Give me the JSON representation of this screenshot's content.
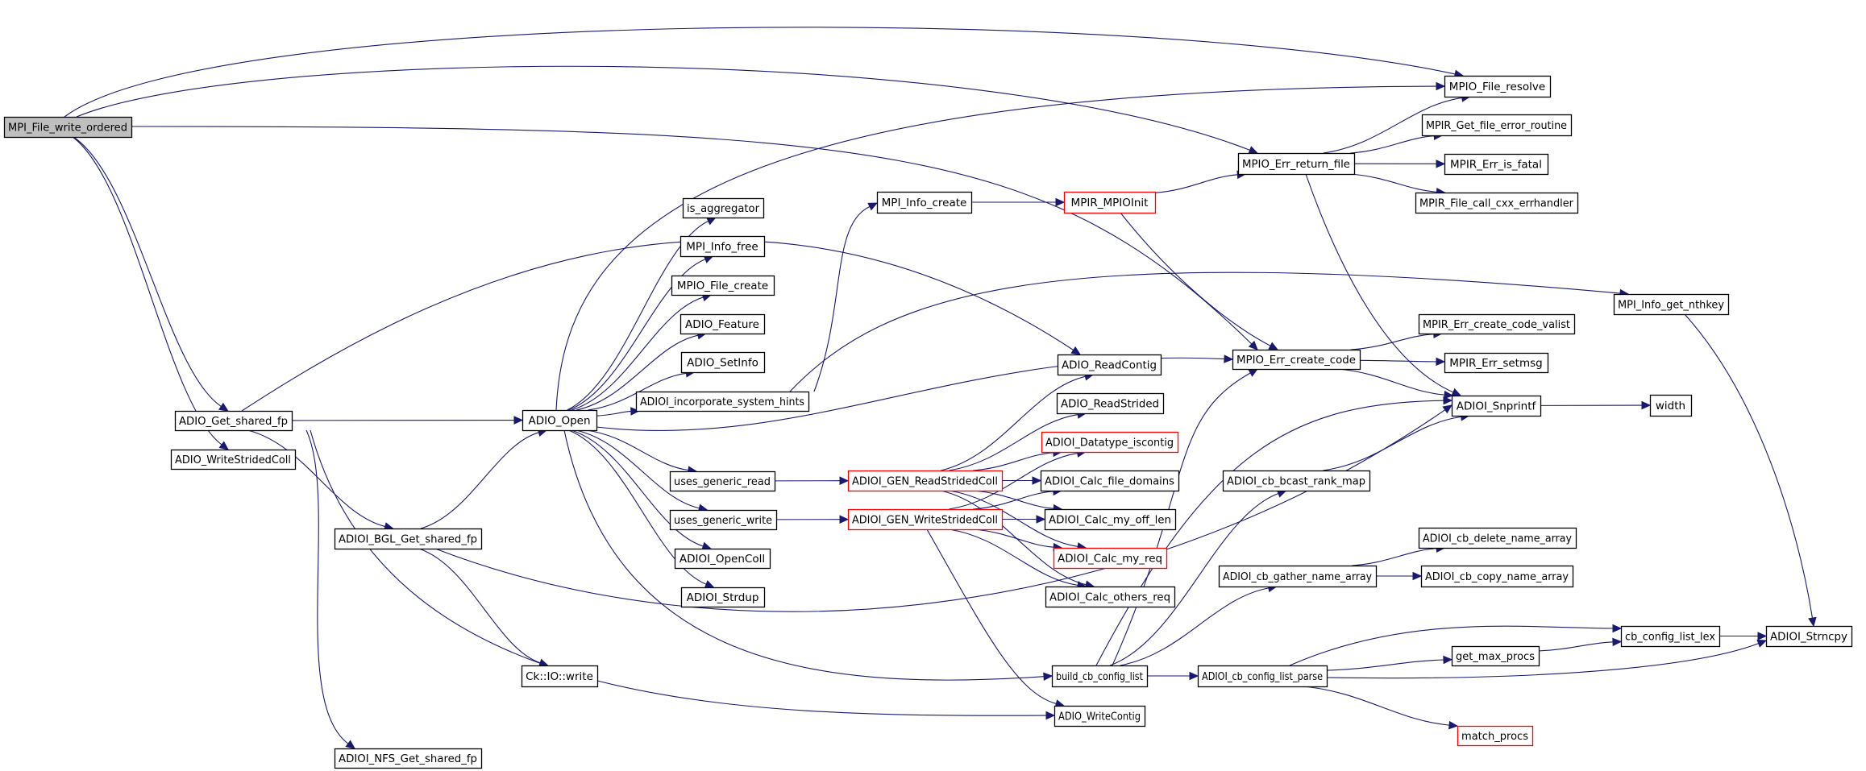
{
  "diagram": {
    "type": "call-graph",
    "root": "MPI_File_write_ordered",
    "colors": {
      "edge": "#191970",
      "root_fill": "#bfbfbf",
      "node_border": "#000000",
      "truncated_node_border": "#ff0000"
    },
    "nodes": [
      {
        "id": "MPI_File_write_ordered",
        "label": "MPI_File_write_ordered",
        "kind": "root"
      },
      {
        "id": "ADIO_Get_shared_fp",
        "label": "ADIO_Get_shared_fp",
        "kind": "normal"
      },
      {
        "id": "ADIO_WriteStridedColl",
        "label": "ADIO_WriteStridedColl",
        "kind": "normal"
      },
      {
        "id": "ADIOI_BGL_Get_shared_fp",
        "label": "ADIOI_BGL_Get_shared_fp",
        "kind": "normal"
      },
      {
        "id": "ADIOI_NFS_Get_shared_fp",
        "label": "ADIOI_NFS_Get_shared_fp",
        "kind": "normal"
      },
      {
        "id": "ADIO_Open",
        "label": "ADIO_Open",
        "kind": "normal"
      },
      {
        "id": "Ck_IO_write",
        "label": "Ck::IO::write",
        "kind": "normal"
      },
      {
        "id": "is_aggregator",
        "label": "is_aggregator",
        "kind": "normal"
      },
      {
        "id": "MPI_Info_free",
        "label": "MPI_Info_free",
        "kind": "normal"
      },
      {
        "id": "MPIO_File_create",
        "label": "MPIO_File_create",
        "kind": "normal"
      },
      {
        "id": "ADIO_Feature",
        "label": "ADIO_Feature",
        "kind": "normal"
      },
      {
        "id": "ADIO_SetInfo",
        "label": "ADIO_SetInfo",
        "kind": "normal"
      },
      {
        "id": "ADIOI_incorporate_system_hints",
        "label": "ADIOI_incorporate_system_hints",
        "kind": "normal"
      },
      {
        "id": "uses_generic_read",
        "label": "uses_generic_read",
        "kind": "normal"
      },
      {
        "id": "uses_generic_write",
        "label": "uses_generic_write",
        "kind": "normal"
      },
      {
        "id": "ADIOI_OpenColl",
        "label": "ADIOI_OpenColl",
        "kind": "normal"
      },
      {
        "id": "ADIOI_Strdup",
        "label": "ADIOI_Strdup",
        "kind": "normal"
      },
      {
        "id": "MPI_Info_create",
        "label": "MPI_Info_create",
        "kind": "normal"
      },
      {
        "id": "MPIR_MPIOInit",
        "label": "MPIR_MPIOInit",
        "kind": "truncated"
      },
      {
        "id": "ADIO_ReadContig",
        "label": "ADIO_ReadContig",
        "kind": "normal"
      },
      {
        "id": "ADIO_ReadStrided",
        "label": "ADIO_ReadStrided",
        "kind": "normal"
      },
      {
        "id": "ADIOI_GEN_ReadStridedColl",
        "label": "ADIOI_GEN_ReadStridedColl",
        "kind": "truncated"
      },
      {
        "id": "ADIOI_GEN_WriteStridedColl",
        "label": "ADIOI_GEN_WriteStridedColl",
        "kind": "truncated"
      },
      {
        "id": "ADIOI_Datatype_iscontig",
        "label": "ADIOI_Datatype_iscontig",
        "kind": "truncated"
      },
      {
        "id": "ADIOI_Calc_file_domains",
        "label": "ADIOI_Calc_file_domains",
        "kind": "normal"
      },
      {
        "id": "ADIOI_Calc_my_off_len",
        "label": "ADIOI_Calc_my_off_len",
        "kind": "normal"
      },
      {
        "id": "ADIOI_Calc_my_req",
        "label": "ADIOI_Calc_my_req",
        "kind": "truncated"
      },
      {
        "id": "ADIOI_Calc_others_req",
        "label": "ADIOI_Calc_others_req",
        "kind": "normal"
      },
      {
        "id": "build_cb_config_list",
        "label": "build_cb_config_list",
        "kind": "normal"
      },
      {
        "id": "ADIO_WriteContig",
        "label": "ADIO_WriteContig",
        "kind": "normal"
      },
      {
        "id": "MPIO_Err_return_file",
        "label": "MPIO_Err_return_file",
        "kind": "normal"
      },
      {
        "id": "MPIO_Err_create_code",
        "label": "MPIO_Err_create_code",
        "kind": "normal"
      },
      {
        "id": "ADIOI_cb_bcast_rank_map",
        "label": "ADIOI_cb_bcast_rank_map",
        "kind": "normal"
      },
      {
        "id": "ADIOI_cb_gather_name_array",
        "label": "ADIOI_cb_gather_name_array",
        "kind": "normal"
      },
      {
        "id": "ADIOI_cb_config_list_parse",
        "label": "ADIOI_cb_config_list_parse",
        "kind": "normal"
      },
      {
        "id": "MPIO_File_resolve",
        "label": "MPIO_File_resolve",
        "kind": "normal"
      },
      {
        "id": "MPIR_Get_file_error_routine",
        "label": "MPIR_Get_file_error_routine",
        "kind": "normal"
      },
      {
        "id": "MPIR_Err_is_fatal",
        "label": "MPIR_Err_is_fatal",
        "kind": "normal"
      },
      {
        "id": "MPIR_File_call_cxx_errhandler",
        "label": "MPIR_File_call_cxx_errhandler",
        "kind": "normal"
      },
      {
        "id": "MPIR_Err_create_code_valist",
        "label": "MPIR_Err_create_code_valist",
        "kind": "normal"
      },
      {
        "id": "MPIR_Err_setmsg",
        "label": "MPIR_Err_setmsg",
        "kind": "normal"
      },
      {
        "id": "ADIOI_Snprintf",
        "label": "ADIOI_Snprintf",
        "kind": "normal"
      },
      {
        "id": "ADIOI_cb_delete_name_array",
        "label": "ADIOI_cb_delete_name_array",
        "kind": "normal"
      },
      {
        "id": "ADIOI_cb_copy_name_array",
        "label": "ADIOI_cb_copy_name_array",
        "kind": "normal"
      },
      {
        "id": "get_max_procs",
        "label": "get_max_procs",
        "kind": "normal"
      },
      {
        "id": "match_procs",
        "label": "match_procs",
        "kind": "truncated"
      },
      {
        "id": "MPI_Info_get_nthkey",
        "label": "MPI_Info_get_nthkey",
        "kind": "normal"
      },
      {
        "id": "width",
        "label": "width",
        "kind": "normal"
      },
      {
        "id": "cb_config_list_lex",
        "label": "cb_config_list_lex",
        "kind": "normal"
      },
      {
        "id": "ADIOI_Strncpy",
        "label": "ADIOI_Strncpy",
        "kind": "normal"
      }
    ],
    "edges": [
      {
        "from": "MPI_File_write_ordered",
        "to": "MPIO_File_resolve"
      },
      {
        "from": "MPI_File_write_ordered",
        "to": "MPIO_Err_return_file"
      },
      {
        "from": "MPI_File_write_ordered",
        "to": "MPIO_Err_create_code"
      },
      {
        "from": "MPI_File_write_ordered",
        "to": "ADIO_Get_shared_fp"
      },
      {
        "from": "MPI_File_write_ordered",
        "to": "ADIO_WriteStridedColl"
      },
      {
        "from": "ADIO_Get_shared_fp",
        "to": "ADIO_Open"
      },
      {
        "from": "ADIO_Get_shared_fp",
        "to": "ADIOI_BGL_Get_shared_fp"
      },
      {
        "from": "ADIO_Get_shared_fp",
        "to": "ADIOI_NFS_Get_shared_fp"
      },
      {
        "from": "ADIO_Get_shared_fp",
        "to": "ADIO_ReadContig"
      },
      {
        "from": "ADIO_Get_shared_fp",
        "to": "ADIO_WriteContig"
      },
      {
        "from": "ADIOI_BGL_Get_shared_fp",
        "to": "ADIO_Open"
      },
      {
        "from": "ADIOI_BGL_Get_shared_fp",
        "to": "Ck_IO_write"
      },
      {
        "from": "ADIOI_BGL_Get_shared_fp",
        "to": "ADIOI_Snprintf"
      },
      {
        "from": "ADIO_Open",
        "to": "MPIO_File_resolve"
      },
      {
        "from": "ADIO_Open",
        "to": "is_aggregator"
      },
      {
        "from": "ADIO_Open",
        "to": "MPI_Info_free"
      },
      {
        "from": "ADIO_Open",
        "to": "MPIO_File_create"
      },
      {
        "from": "ADIO_Open",
        "to": "ADIO_Feature"
      },
      {
        "from": "ADIO_Open",
        "to": "ADIO_SetInfo"
      },
      {
        "from": "ADIO_Open",
        "to": "ADIOI_incorporate_system_hints"
      },
      {
        "from": "ADIO_Open",
        "to": "MPIO_Err_create_code"
      },
      {
        "from": "ADIO_Open",
        "to": "uses_generic_read"
      },
      {
        "from": "ADIO_Open",
        "to": "uses_generic_write"
      },
      {
        "from": "ADIO_Open",
        "to": "ADIOI_OpenColl"
      },
      {
        "from": "ADIO_Open",
        "to": "ADIOI_Strdup"
      },
      {
        "from": "ADIO_Open",
        "to": "build_cb_config_list"
      },
      {
        "from": "ADIOI_incorporate_system_hints",
        "to": "MPI_Info_create"
      },
      {
        "from": "ADIOI_incorporate_system_hints",
        "to": "MPI_Info_get_nthkey"
      },
      {
        "from": "MPI_Info_create",
        "to": "MPIR_MPIOInit"
      },
      {
        "from": "MPIR_MPIOInit",
        "to": "MPIO_Err_return_file"
      },
      {
        "from": "MPIR_MPIOInit",
        "to": "MPIO_Err_create_code"
      },
      {
        "from": "uses_generic_read",
        "to": "ADIOI_GEN_ReadStridedColl"
      },
      {
        "from": "uses_generic_write",
        "to": "ADIOI_GEN_WriteStridedColl"
      },
      {
        "from": "ADIOI_GEN_ReadStridedColl",
        "to": "ADIO_ReadContig"
      },
      {
        "from": "ADIOI_GEN_ReadStridedColl",
        "to": "ADIO_ReadStrided"
      },
      {
        "from": "ADIOI_GEN_ReadStridedColl",
        "to": "ADIOI_Datatype_iscontig"
      },
      {
        "from": "ADIOI_GEN_ReadStridedColl",
        "to": "ADIOI_Calc_file_domains"
      },
      {
        "from": "ADIOI_GEN_ReadStridedColl",
        "to": "ADIOI_Calc_my_off_len"
      },
      {
        "from": "ADIOI_GEN_ReadStridedColl",
        "to": "ADIOI_Calc_my_req"
      },
      {
        "from": "ADIOI_GEN_ReadStridedColl",
        "to": "ADIOI_Calc_others_req"
      },
      {
        "from": "ADIOI_GEN_WriteStridedColl",
        "to": "ADIOI_Datatype_iscontig"
      },
      {
        "from": "ADIOI_GEN_WriteStridedColl",
        "to": "ADIOI_Calc_file_domains"
      },
      {
        "from": "ADIOI_GEN_WriteStridedColl",
        "to": "ADIOI_Calc_my_off_len"
      },
      {
        "from": "ADIOI_GEN_WriteStridedColl",
        "to": "ADIOI_Calc_my_req"
      },
      {
        "from": "ADIOI_GEN_WriteStridedColl",
        "to": "ADIOI_Calc_others_req"
      },
      {
        "from": "ADIOI_GEN_WriteStridedColl",
        "to": "ADIO_WriteContig"
      },
      {
        "from": "build_cb_config_list",
        "to": "MPIO_Err_create_code"
      },
      {
        "from": "build_cb_config_list",
        "to": "ADIOI_Snprintf"
      },
      {
        "from": "build_cb_config_list",
        "to": "ADIOI_cb_bcast_rank_map"
      },
      {
        "from": "build_cb_config_list",
        "to": "ADIOI_cb_gather_name_array"
      },
      {
        "from": "build_cb_config_list",
        "to": "ADIOI_cb_config_list_parse"
      },
      {
        "from": "ADIOI_cb_bcast_rank_map",
        "to": "ADIOI_Snprintf"
      },
      {
        "from": "ADIOI_cb_gather_name_array",
        "to": "ADIOI_cb_delete_name_array"
      },
      {
        "from": "ADIOI_cb_gather_name_array",
        "to": "ADIOI_cb_copy_name_array"
      },
      {
        "from": "ADIOI_cb_config_list_parse",
        "to": "cb_config_list_lex"
      },
      {
        "from": "ADIOI_cb_config_list_parse",
        "to": "get_max_procs"
      },
      {
        "from": "ADIOI_cb_config_list_parse",
        "to": "ADIOI_Strncpy"
      },
      {
        "from": "ADIOI_cb_config_list_parse",
        "to": "match_procs"
      },
      {
        "from": "get_max_procs",
        "to": "cb_config_list_lex"
      },
      {
        "from": "cb_config_list_lex",
        "to": "ADIOI_Strncpy"
      },
      {
        "from": "MPI_Info_get_nthkey",
        "to": "ADIOI_Strncpy"
      },
      {
        "from": "MPIO_Err_return_file",
        "to": "MPIO_File_resolve"
      },
      {
        "from": "MPIO_Err_return_file",
        "to": "MPIR_Get_file_error_routine"
      },
      {
        "from": "MPIO_Err_return_file",
        "to": "MPIR_Err_is_fatal"
      },
      {
        "from": "MPIO_Err_return_file",
        "to": "MPIR_File_call_cxx_errhandler"
      },
      {
        "from": "MPIO_Err_return_file",
        "to": "ADIOI_Snprintf"
      },
      {
        "from": "MPIO_Err_create_code",
        "to": "MPIR_Err_create_code_valist"
      },
      {
        "from": "MPIO_Err_create_code",
        "to": "MPIR_Err_setmsg"
      },
      {
        "from": "MPIO_Err_create_code",
        "to": "ADIOI_Snprintf"
      },
      {
        "from": "ADIOI_Snprintf",
        "to": "width"
      }
    ]
  }
}
